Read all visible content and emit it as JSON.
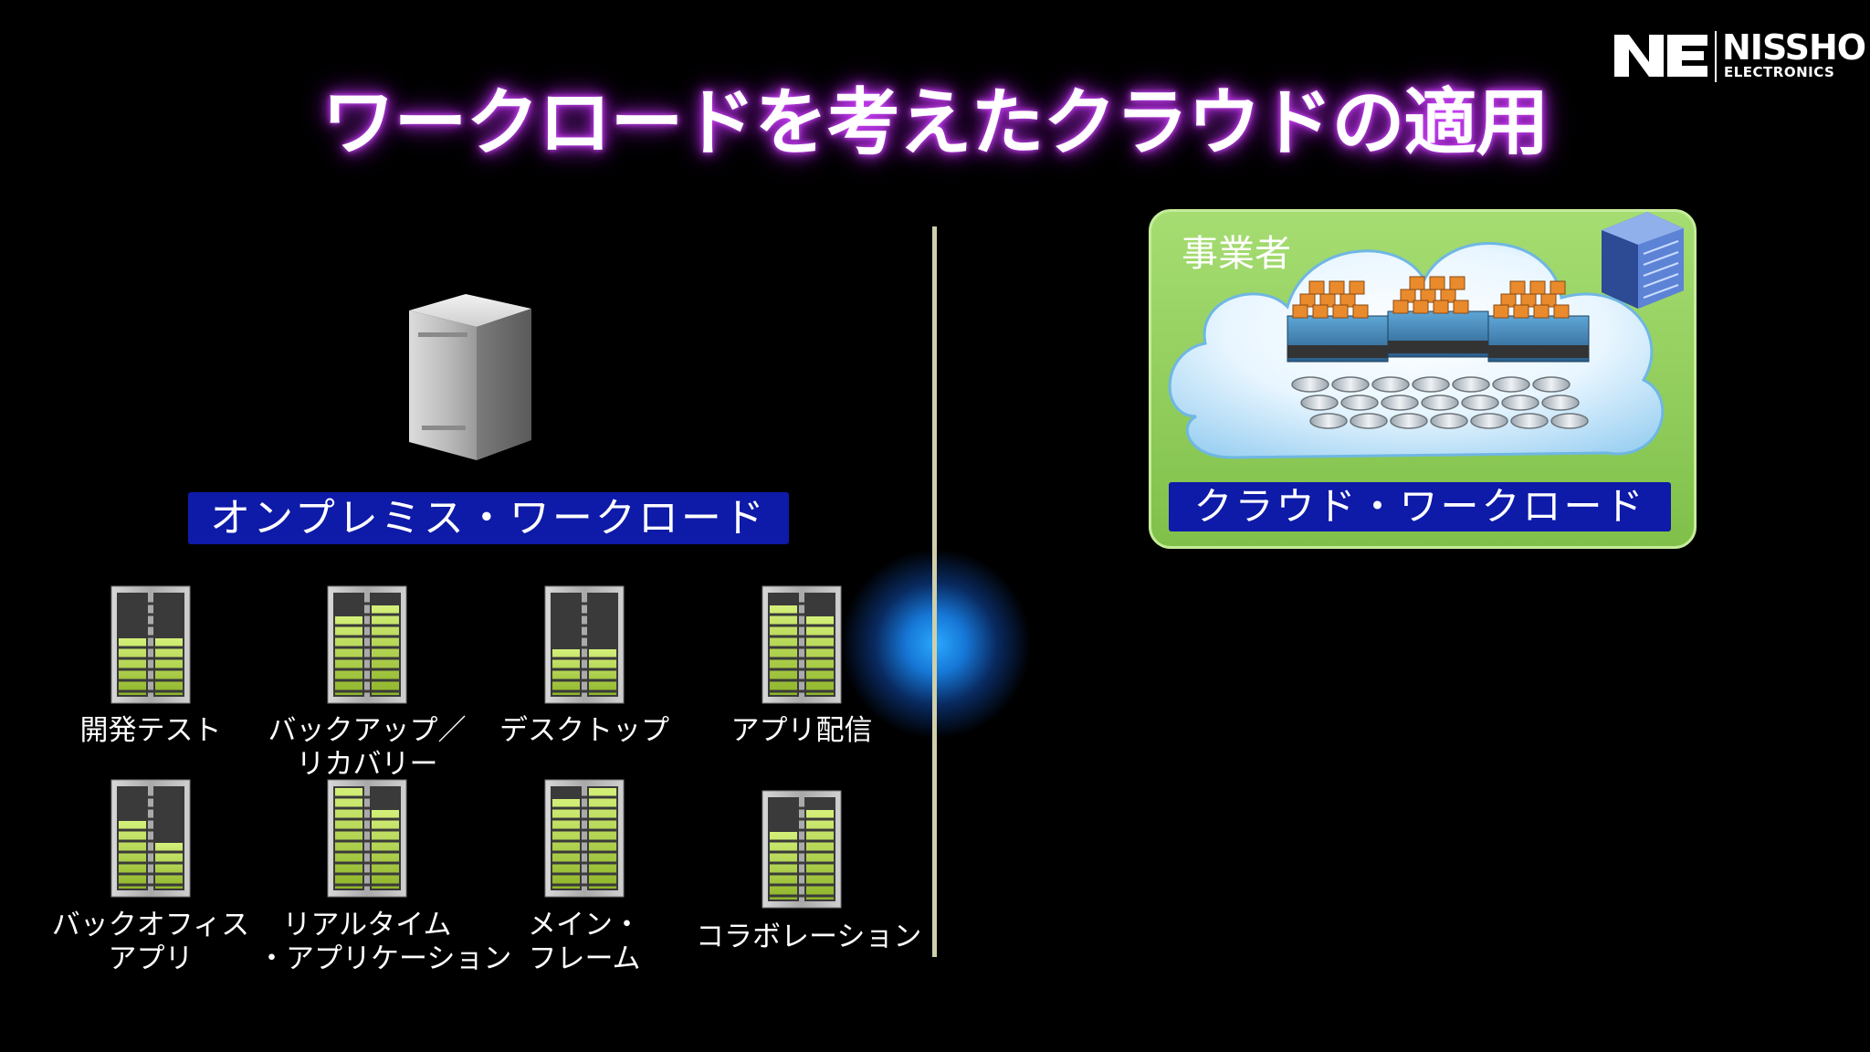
{
  "header": {
    "title": "ワークロードを考えたクラウドの適用",
    "logo_name": "NISSHO",
    "logo_sub": "ELECTRONICS",
    "title_glow_color": "#b82ee0"
  },
  "left": {
    "section_label": "オンプレミス・ワークロード",
    "server_icon": "server-tower-icon",
    "workloads": [
      {
        "line1": "開発テスト",
        "line2": ""
      },
      {
        "line1": "バックアップ／",
        "line2": "リカバリー"
      },
      {
        "line1": "デスクトップ",
        "line2": ""
      },
      {
        "line1": "アプリ配信",
        "line2": ""
      },
      {
        "line1": "バックオフィス",
        "line2": "アプリ"
      },
      {
        "line1": "リアルタイム",
        "line2": "・アプリケーション"
      },
      {
        "line1": "メイン・",
        "line2": "フレーム"
      },
      {
        "line1": "コラボレーション",
        "line2": ""
      }
    ],
    "label_color": "#0e1aa8"
  },
  "right": {
    "provider": "事業者",
    "section_label": "クラウド・ワークロード",
    "panel_color": "#8fce5a",
    "icons": [
      "cloud-icon",
      "server-cluster-icon",
      "storage-disk-icon",
      "building-icon"
    ]
  }
}
